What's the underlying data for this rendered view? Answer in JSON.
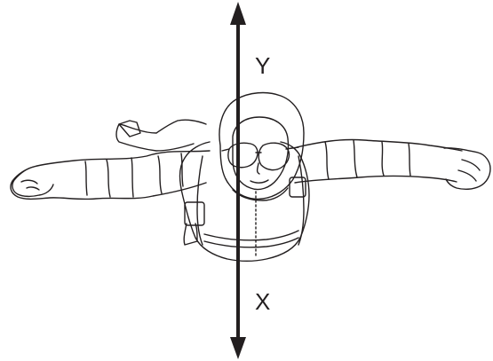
{
  "diagram": {
    "axes": {
      "upper_label": "Y",
      "lower_label": "X"
    },
    "colors": {
      "line": "#231f20",
      "background": "#ffffff"
    },
    "figure": "skydiver-line-art"
  }
}
